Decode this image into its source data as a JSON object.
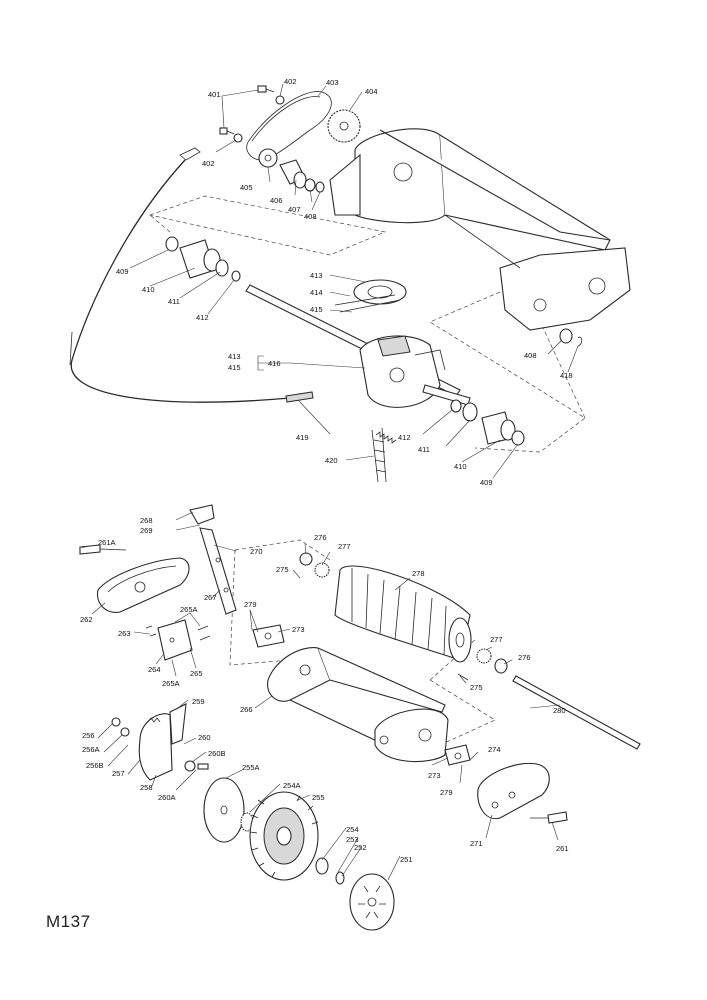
{
  "diagram_code": "M137",
  "labels": {
    "p401": "401",
    "p402a": "402",
    "p402b": "402",
    "p403": "403",
    "p404": "404",
    "p405": "405",
    "p406": "406",
    "p407": "407",
    "p408a": "408",
    "p408b": "408",
    "p409a": "409",
    "p409b": "409",
    "p410a": "410",
    "p410b": "410",
    "p411a": "411",
    "p411b": "411",
    "p412a": "412",
    "p412b": "412",
    "p413a": "413",
    "p413b": "413",
    "p414": "414",
    "p415a": "415",
    "p415b": "415",
    "p416": "416",
    "p418": "418",
    "p419": "419",
    "p420": "420",
    "p251": "251",
    "p252": "252",
    "p253": "253",
    "p254": "254",
    "p254A": "254A",
    "p255": "255",
    "p255A": "255A",
    "p256": "256",
    "p256A": "256A",
    "p256B": "256B",
    "p257": "257",
    "p258": "258",
    "p259": "259",
    "p260": "260",
    "p260A": "260A",
    "p260B": "260B",
    "p261": "261",
    "p261A": "261A",
    "p262": "262",
    "p263": "263",
    "p264": "264",
    "p265a": "265",
    "p265A1": "265A",
    "p265A2": "265A",
    "p266": "266",
    "p267": "267",
    "p268": "268",
    "p269": "269",
    "p270": "270",
    "p271": "271",
    "p273a": "273",
    "p273b": "273",
    "p274": "274",
    "p275a": "275",
    "p275b": "275",
    "p276a": "276",
    "p276b": "276",
    "p277a": "277",
    "p277b": "277",
    "p278": "278",
    "p279a": "279",
    "p279b": "279",
    "p280": "280"
  }
}
